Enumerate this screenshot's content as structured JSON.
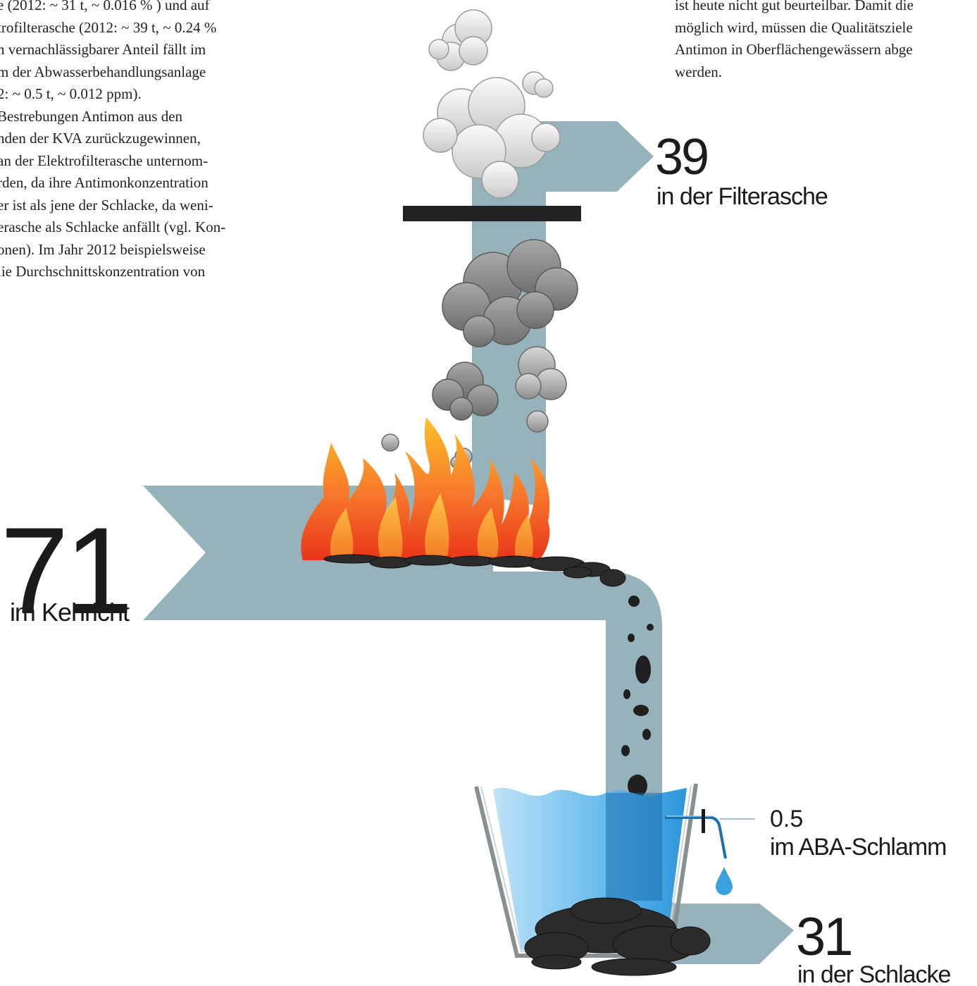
{
  "text_left": [
    "e (2012: ~ 31 t, ~ 0.016 % ) und auf",
    "trofilterasche (2012: ~ 39 t, ~ 0.24 %",
    "n vernachlässigbarer Anteil fällt im",
    "m der Abwasserbehandlungsanlage",
    "2: ~ 0.5 t, ~ 0.012 ppm).",
    "Bestrebungen Antimon aus den",
    "nden der KVA zurückzugewinnen,",
    "an der Elektrofilterasche unternom-",
    "rden, da ihre Antimonkonzentration",
    "er ist als jene der Schlacke, da weni-",
    "erasche als Schlacke anfällt (vgl. Kon-",
    "onen). Im Jahr 2012 beispielsweise",
    "lie Durchschnittskonzentration von"
  ],
  "text_right": [
    "ist heute nicht gut beurteilbar. Damit die",
    "möglich wird, müssen die Qualitätsziele",
    "Antimon in Oberflächengewässern abge",
    "werden."
  ],
  "flows": {
    "input": {
      "value": "71",
      "label": "im Kehricht"
    },
    "filter_ash": {
      "value": "39",
      "label": "in der Filterasche"
    },
    "sludge": {
      "value": "0.5",
      "label": "im ABA-Schlamm"
    },
    "slag": {
      "value": "31",
      "label": "in der Schlacke"
    }
  },
  "colors": {
    "pipe": "#96b2ba",
    "flame_outer": "#f04a1e",
    "flame_inner": "#fbb226",
    "water": "#4aaee6",
    "slag": "#2b2b2b",
    "bar": "#222222"
  }
}
